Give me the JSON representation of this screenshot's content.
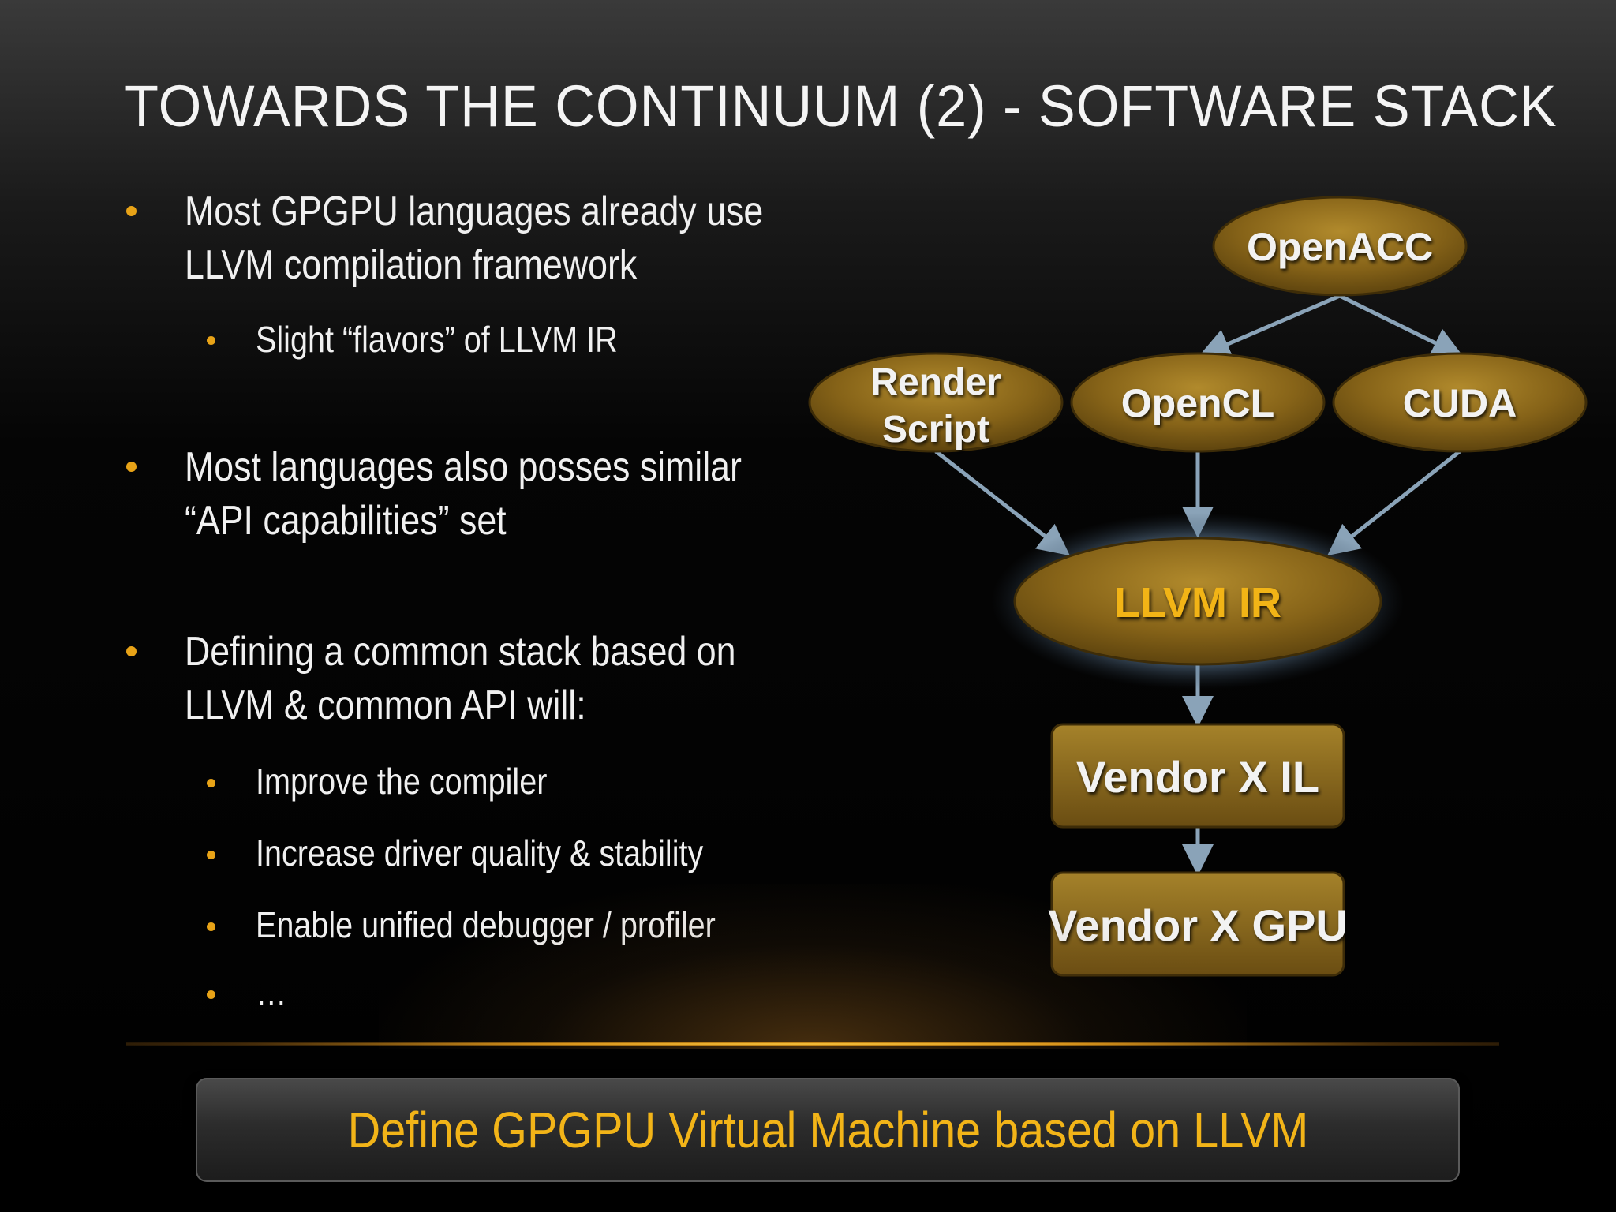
{
  "slide": {
    "title": "TOWARDS THE CONTINUUM (2) - SOFTWARE STACK"
  },
  "bullets": [
    {
      "level": 1,
      "lines": [
        "Most GPGPU languages already use",
        "LLVM compilation framework"
      ]
    },
    {
      "level": 2,
      "lines": [
        "Slight “flavors” of LLVM IR"
      ]
    },
    {
      "level": 1,
      "lines": [
        "Most languages also posses similar",
        "“API capabilities” set"
      ]
    },
    {
      "level": 1,
      "lines": [
        "Defining a common stack based on",
        "LLVM & common API will:"
      ]
    },
    {
      "level": 2,
      "lines": [
        "Improve the compiler"
      ]
    },
    {
      "level": 2,
      "lines": [
        "Increase driver quality & stability"
      ]
    },
    {
      "level": 2,
      "lines": [
        "Enable unified debugger / profiler"
      ]
    },
    {
      "level": 2,
      "lines": [
        "…"
      ]
    }
  ],
  "diagram": {
    "nodes": {
      "openacc": "OpenACC",
      "renderscript_line1": "Render",
      "renderscript_line2": "Script",
      "opencl": "OpenCL",
      "cuda": "CUDA",
      "llvm_ir": "LLVM IR",
      "vendor_il": "Vendor X IL",
      "vendor_gpu": "Vendor X GPU"
    }
  },
  "banner": {
    "text": "Define GPGPU Virtual Machine based on LLVM"
  },
  "colors": {
    "bullet": "#e8a317",
    "node_fill": "#8a6a1c",
    "llvm_text": "#f2b418",
    "arrow": "#8aa3b8",
    "banner_text": "#f2b418"
  }
}
